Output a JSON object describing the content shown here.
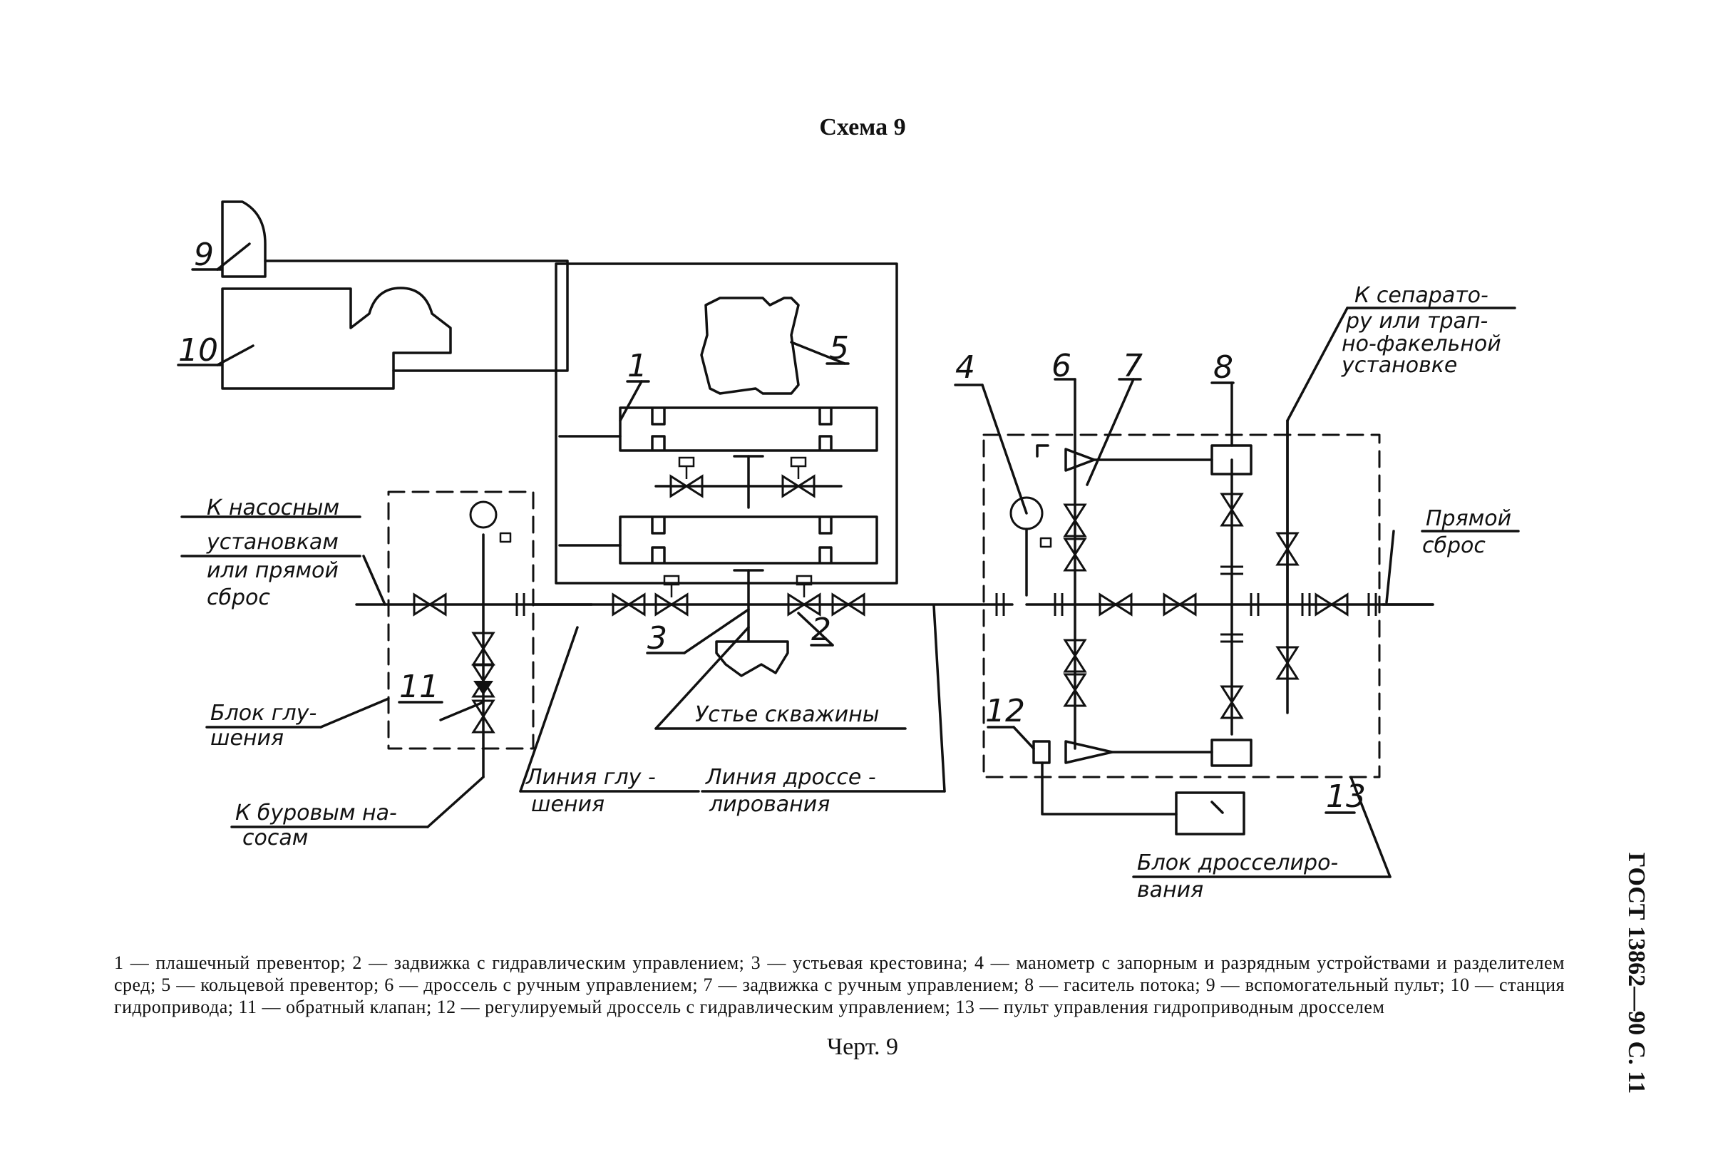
{
  "title": "Схема 9",
  "figure_label": "Черт. 9",
  "standard": "ГОСТ 13862—90 С. 11",
  "numbers": {
    "n1": "1",
    "n2": "2",
    "n3": "3",
    "n4": "4",
    "n5": "5",
    "n6": "6",
    "n7": "7",
    "n8": "8",
    "n9": "9",
    "n10": "10",
    "n11": "11",
    "n12": "12",
    "n13": "13"
  },
  "callouts": {
    "pumps": [
      "К насосным",
      "установкам",
      "или прямой",
      "сброс"
    ],
    "kill_block": [
      "Блок глу-",
      "шения"
    ],
    "mud_pumps": [
      "К буровым  на-",
      "сосам"
    ],
    "kill_line": [
      "Линия  глу -",
      "шения"
    ],
    "choke_line": [
      "Линия  дроссе -",
      "лирования"
    ],
    "wellhead": "Устье  скважины",
    "separator": [
      "К  сепарато-",
      "ру или трап-",
      "но-факельной",
      "установке"
    ],
    "direct": [
      "Прямой",
      "сброс"
    ],
    "choke_block": [
      "Блок  дросселиро-",
      "вания"
    ]
  },
  "legend": "1 — плашечный превентор; 2 — задвижка с гидравлическим управлением; 3 — устьевая крестовина; 4 — манометр с запорным и разрядным устройствами и разделителем сред; 5 — кольцевой превентор; 6 — дроссель с ручным управлением; 7 — задвижка с ручным управлением; 8 — гаситель потока; 9 — вспомогательный пульт; 10 — станция гидропривода; 11 — обратный клапан; 12 — регулируемый дроссель с гидравлическим управлением; 13 — пульт управления гидроприводным дросселем"
}
